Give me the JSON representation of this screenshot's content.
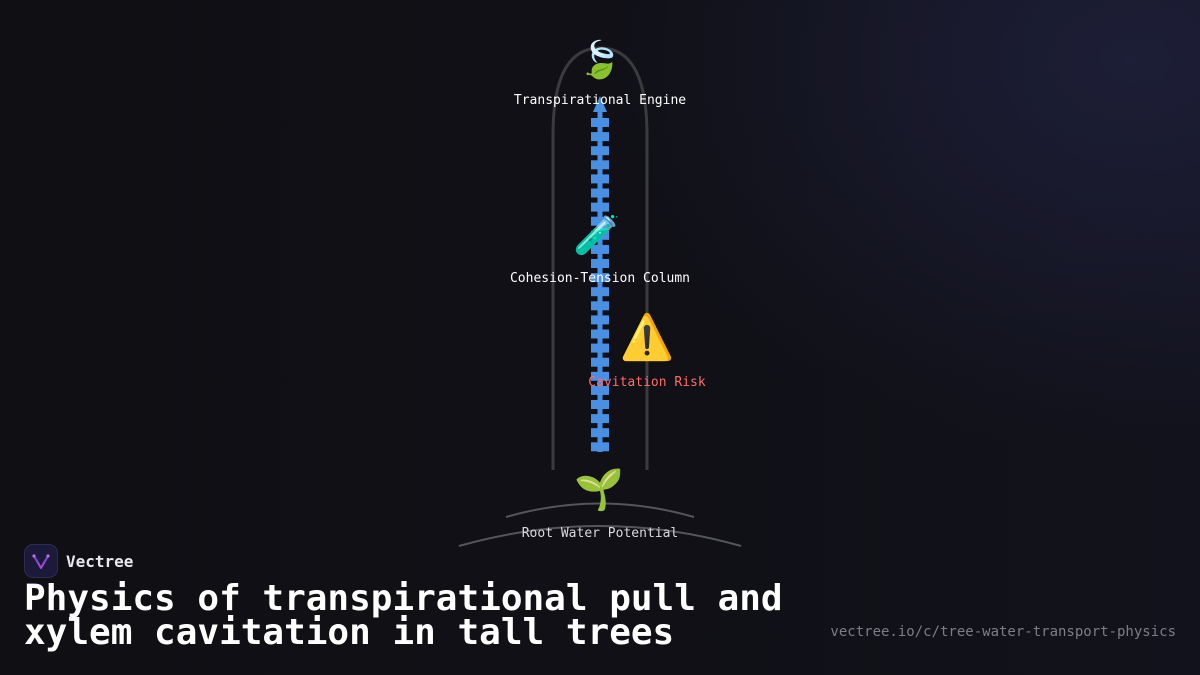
{
  "brand": {
    "name": "Vectree",
    "logo_icon": "vectree-logo-icon"
  },
  "title": "Physics of transpirational pull and xylem cavitation in tall trees",
  "url": "vectree.io/c/tree-water-transport-physics",
  "diagram": {
    "nodes": [
      {
        "id": "leaf",
        "icon": "leaf-icon",
        "glyph": "🍃",
        "label": "Transpirational Engine"
      },
      {
        "id": "column",
        "icon": "test-tube-icon",
        "glyph": "🧪",
        "label": "Cohesion-Tension Column"
      },
      {
        "id": "cavitation",
        "icon": "warning-icon",
        "glyph": "⚠️",
        "label": "Cavitation Risk"
      },
      {
        "id": "root",
        "icon": "seedling-icon",
        "glyph": "🌱",
        "label": "Root Water Potential"
      }
    ]
  },
  "colors": {
    "background": "#0f0f14",
    "water_column": "#4a90e2",
    "trunk_outline": "#3a3a3f",
    "ground": "#55555c",
    "label": "#ffffff",
    "warning_label": "#ff6b6b",
    "url": "#7d7d86"
  }
}
